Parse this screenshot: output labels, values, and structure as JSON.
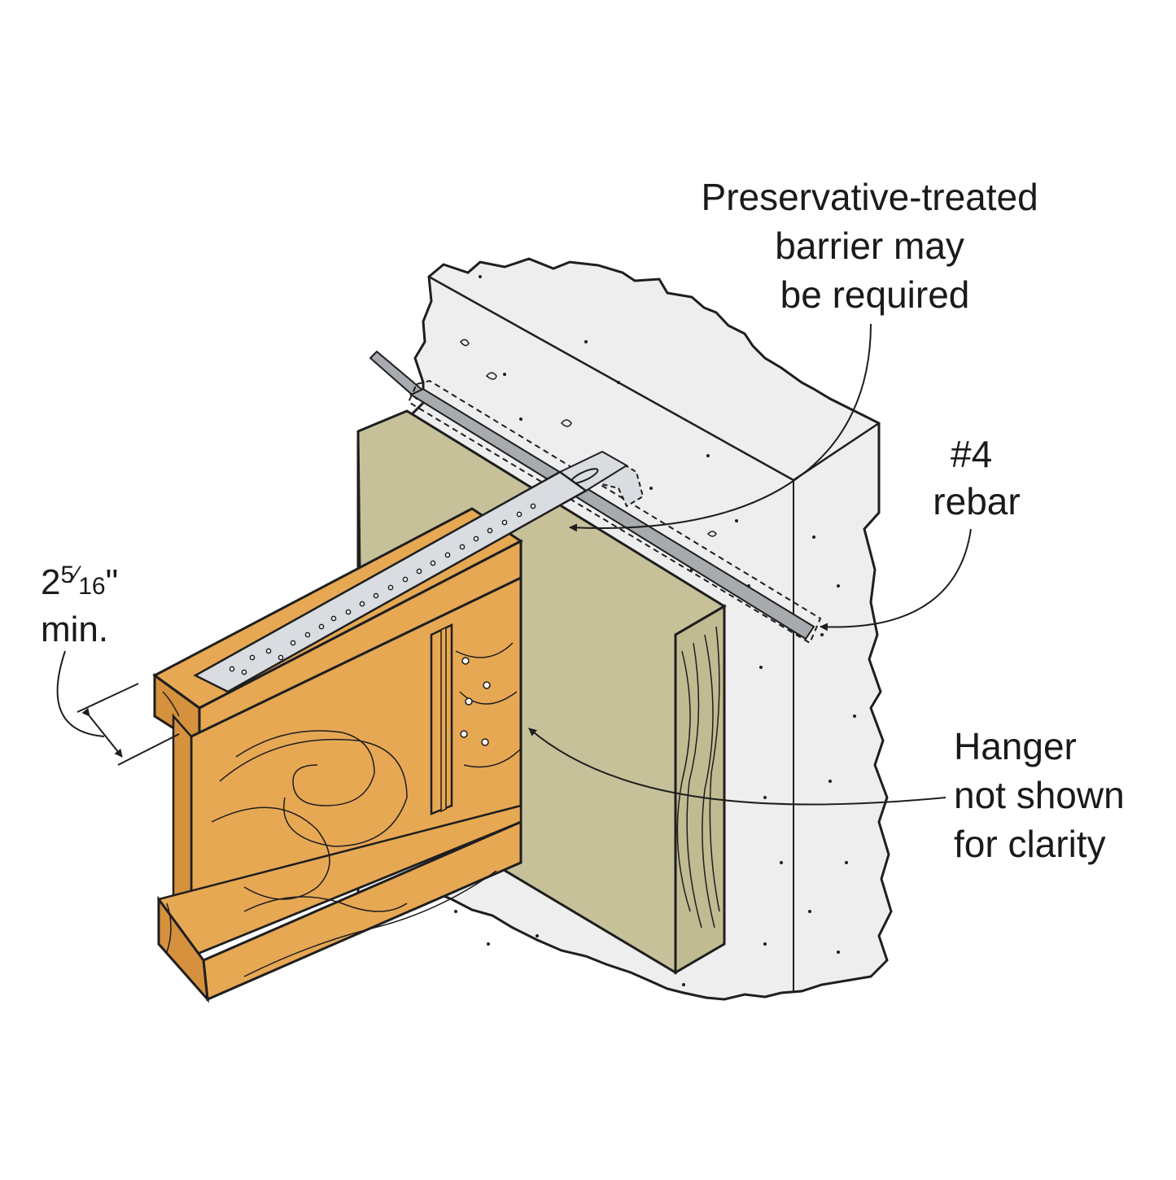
{
  "colors": {
    "concrete": "#eeeeee",
    "concrete_outline": "#1e1e1e",
    "ledger_face": "#c7c19a",
    "ledger_end": "#c1bb92",
    "joist_wood": "#e7a854",
    "joist_wood_dark": "#d5913d",
    "strap_metal": "#d9dde1",
    "rebar": "#a7abaf",
    "line": "#1e1e1e"
  },
  "icons": {
    "concrete_wall": "concrete-wall",
    "ledger": "wood-ledger-board",
    "joist": "i-joist",
    "strap": "metal-strap-tie",
    "rebar": "rebar-bar"
  },
  "callouts": {
    "barrier": {
      "lines": [
        "Preservative-treated",
        "barrier may",
        "be required"
      ]
    },
    "rebar": {
      "lines": [
        "#4",
        "rebar"
      ]
    },
    "hanger": {
      "lines": [
        "Hanger",
        "not shown",
        "for clarity"
      ]
    }
  },
  "dimension": {
    "whole": "2",
    "numerator": "5",
    "denominator": "16",
    "unit": "\"",
    "suffix": "min."
  }
}
